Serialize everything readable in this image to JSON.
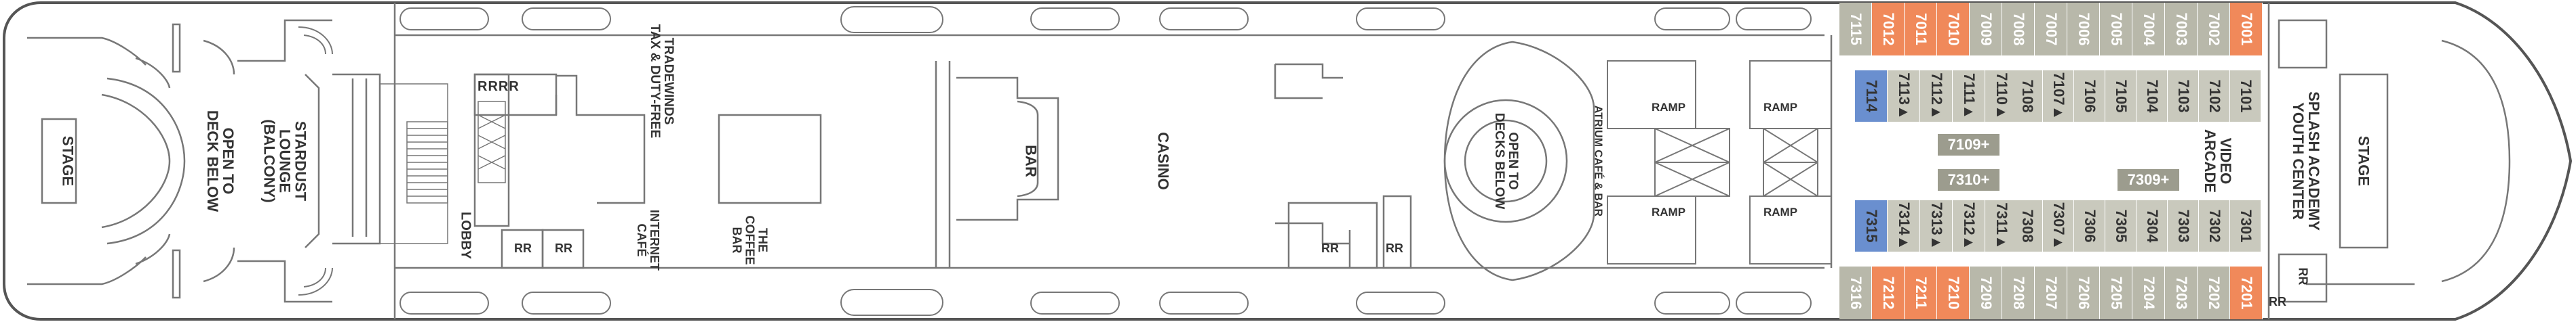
{
  "deck": {
    "venues": {
      "stage_aft": "STAGE",
      "stardust_open": [
        "OPEN TO",
        "DECK BELOW"
      ],
      "stardust_lounge": [
        "STARDUST",
        "LOUNGE",
        "(BALCONY)"
      ],
      "lobby": "LOBBY",
      "tradewinds": [
        "TRADEWINDS",
        "TAX & DUTY-FREE"
      ],
      "internet_cafe": [
        "INTERNET",
        "CAFÉ"
      ],
      "coffee_bar": [
        "THE",
        "COFFEE",
        "BAR"
      ],
      "bar": "BAR",
      "casino": "CASINO",
      "atrium_open": [
        "OPEN TO",
        "DECKS BELOW"
      ],
      "atrium_cafe": "ATRIUM CAFÉ & BAR",
      "ramp": "RAMP",
      "video_arcade": [
        "VIDEO",
        "ARCADE"
      ],
      "splash_academy": [
        "SPLASH ACADEMY",
        "YOUTH CENTER"
      ],
      "stage_fwd": "STAGE",
      "restroom": "RR",
      "shop_marker": "RRRR"
    },
    "colors": {
      "outline": "#555555",
      "cabin_tan": "#d2b79a",
      "cabin_grey": "#b8b8aa",
      "cabin_orange": "#f0895a",
      "cabin_blue": "#6a8fcf",
      "cabin_inner": "#c9c9bd",
      "suite": "#9c9c8e"
    },
    "top_row": {
      "numbers": [
        "7115",
        "7012",
        "7011",
        "7010",
        "7009",
        "7008",
        "7007",
        "7006",
        "7005",
        "7004",
        "7003",
        "7002",
        "7001"
      ],
      "colors": [
        "grey",
        "orange",
        "orange",
        "orange",
        "grey",
        "grey",
        "grey",
        "grey",
        "grey",
        "grey",
        "grey",
        "grey",
        "orange"
      ]
    },
    "bottom_row": {
      "numbers": [
        "7316",
        "7212",
        "7211",
        "7210",
        "7209",
        "7208",
        "7207",
        "7206",
        "7205",
        "7204",
        "7203",
        "7202",
        "7201"
      ],
      "colors": [
        "grey",
        "orange",
        "orange",
        "orange",
        "grey",
        "grey",
        "grey",
        "grey",
        "grey",
        "grey",
        "grey",
        "grey",
        "orange"
      ]
    },
    "inner_top_left": {
      "numbers": [
        "7114",
        "7113▲",
        "7112▲",
        "7111▲",
        "7110▲"
      ],
      "colors": [
        "blue",
        "inner",
        "inner",
        "inner",
        "inner"
      ]
    },
    "inner_bottom_left": {
      "numbers": [
        "7315",
        "7314▲",
        "7313▲",
        "7312▲",
        "7311▲"
      ],
      "colors": [
        "blue",
        "inner",
        "inner",
        "inner",
        "inner"
      ]
    },
    "inner_top_right": {
      "numbers": [
        "7108",
        "7107▲",
        "7106",
        "7105",
        "7104",
        "7103",
        "7102",
        "7101"
      ],
      "colors": [
        "inner",
        "inner",
        "inner",
        "inner",
        "inner",
        "inner",
        "inner",
        "inner"
      ]
    },
    "inner_bottom_right": {
      "numbers": [
        "7308",
        "7307▲",
        "7306",
        "7305",
        "7304",
        "7303",
        "7302",
        "7301"
      ],
      "colors": [
        "inner",
        "inner",
        "inner",
        "inner",
        "inner",
        "inner",
        "inner",
        "inner"
      ]
    },
    "suites": [
      "7109+",
      "7310+",
      "7309+"
    ]
  }
}
